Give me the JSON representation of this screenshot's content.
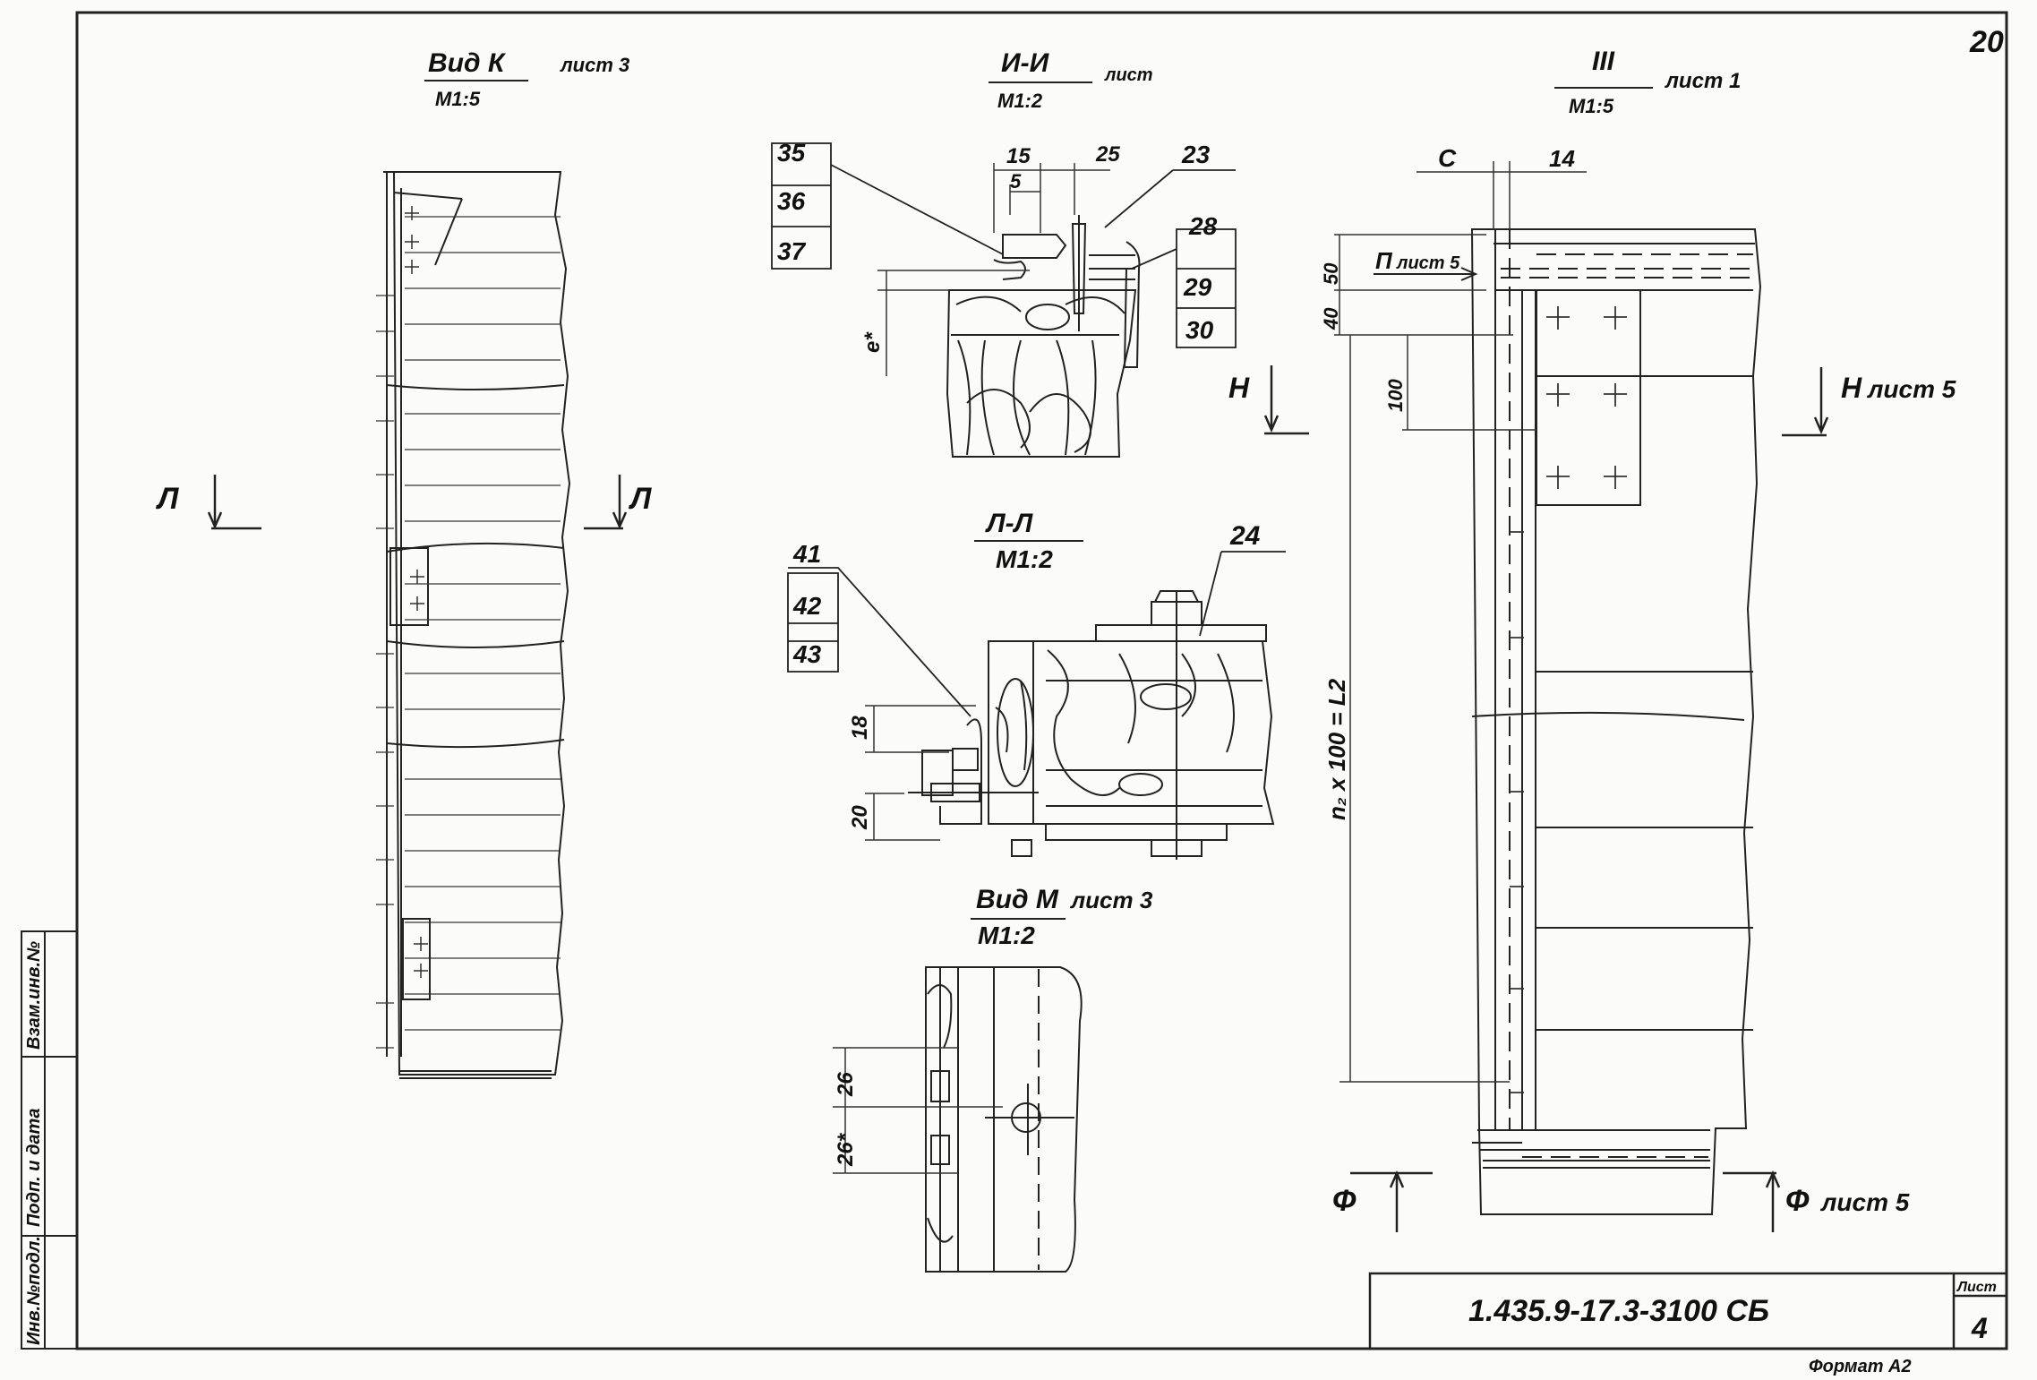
{
  "sheet": {
    "corner_top": "20",
    "document_code": "1.435.9-17.3-3100 СБ",
    "sheet_label": "Лист",
    "sheet_number": "4",
    "format_note": "Формат А2"
  },
  "side_stamp": {
    "inv_podl": "Инв.№подл.",
    "podp_data": "Подп. и дата",
    "vzam_inv": "Взам.инв.№"
  },
  "views": {
    "vid_k": {
      "title": "Вид К",
      "scale": "М1:5",
      "ref": "лист 3"
    },
    "section_i": {
      "title": "И-И",
      "scale": "М1:2",
      "ref": "лист"
    },
    "view_iii": {
      "title": "III",
      "scale": "М1:5",
      "ref": "лист 1"
    },
    "section_l": {
      "title": "Л-Л",
      "scale": "М1:2"
    },
    "vid_m": {
      "title": "Вид М",
      "scale": "М1:2",
      "ref": "лист 3"
    }
  },
  "markers": {
    "l_left": "Л",
    "l_right": "Л",
    "n_left": "Н",
    "n_right": "Н",
    "n_right_ref": "лист 5",
    "f_left": "Ф",
    "f_right": "Ф",
    "f_right_ref": "лист 5",
    "p_label": "П",
    "p_ref": "лист 5"
  },
  "callouts": {
    "section_i_left": [
      "35",
      "36",
      "37"
    ],
    "section_i_right": [
      "28",
      "29",
      "30"
    ],
    "section_i_top": "23",
    "section_l_left": [
      "41",
      "42",
      "43"
    ],
    "section_l_top": "24"
  },
  "dimensions": {
    "si_15": "15",
    "si_25": "25",
    "si_5": "5",
    "si_e": "е*",
    "sl_18": "18",
    "sl_20": "20",
    "vm_26": "26",
    "vm_26s": "26*",
    "iii_c": "С",
    "iii_14": "14",
    "iii_50": "50",
    "iii_40": "40",
    "iii_100": "100",
    "iii_l2": "n₂ x 100 = L2"
  }
}
